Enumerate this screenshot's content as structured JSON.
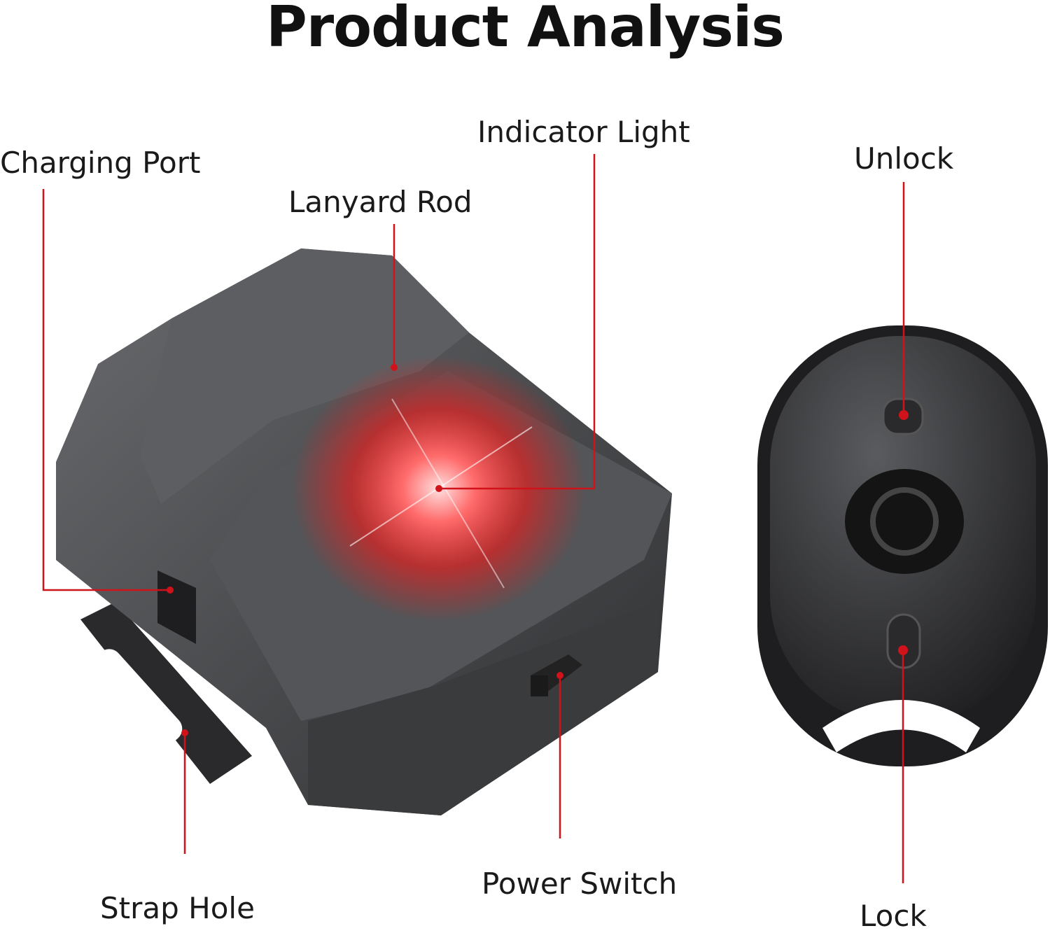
{
  "title": "Product Analysis",
  "labels": {
    "charging_port": "Charging Port",
    "lanyard_rod": "Lanyard Rod",
    "indicator_light": "Indicator Light",
    "unlock": "Unlock",
    "lock": "Lock",
    "power_switch": "Power Switch",
    "strap_hole": "Strap Hole"
  },
  "colors": {
    "leader": "#d0121b",
    "body": "#4a4b4e",
    "glow": "#ff3a3a"
  }
}
